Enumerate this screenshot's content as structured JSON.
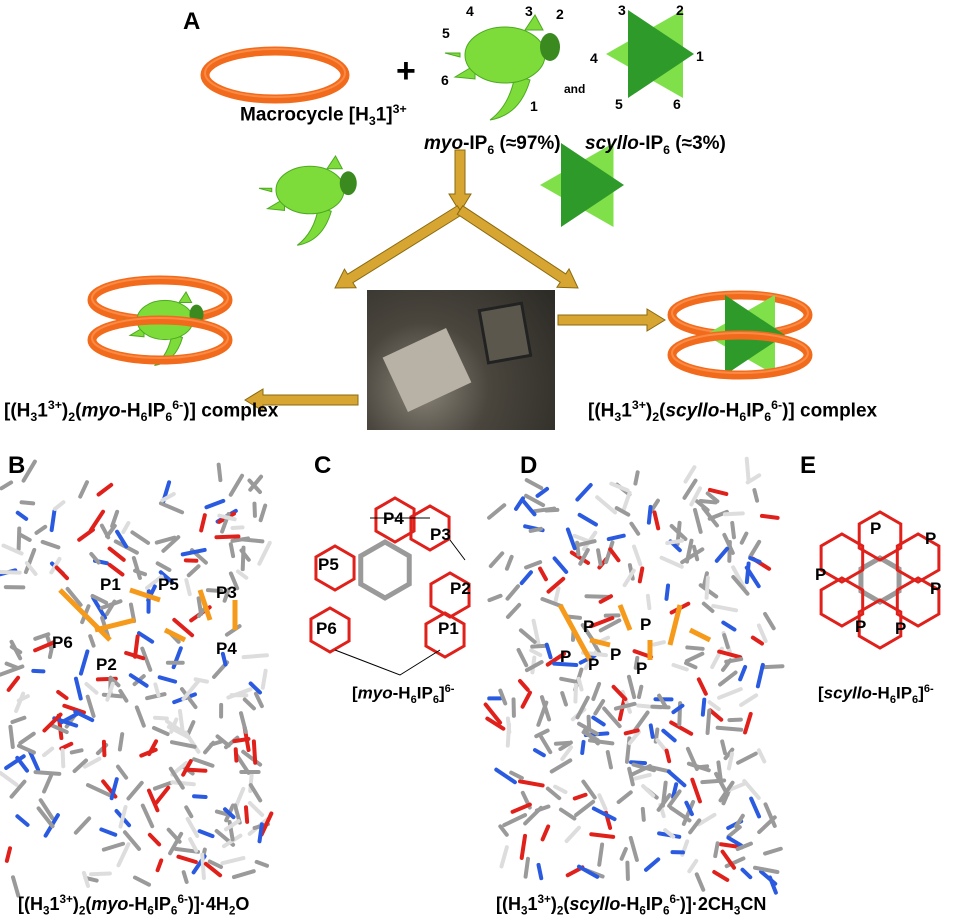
{
  "panels": {
    "a": "A",
    "b": "B",
    "c": "C",
    "d": "D",
    "e": "E"
  },
  "top": {
    "plus": "+",
    "and": "and",
    "turtle_numbers": [
      "1",
      "2",
      "3",
      "4",
      "5",
      "6"
    ],
    "star_numbers": [
      "1",
      "2",
      "3",
      "4",
      "5",
      "6"
    ],
    "macrocycle": [
      {
        "t": "Macrocycle [H"
      },
      {
        "t": "3",
        "s": "sub"
      },
      {
        "t": "1]"
      },
      {
        "t": "3+",
        "s": "sup"
      }
    ],
    "myo": [
      {
        "t": "myo",
        "s": "i"
      },
      {
        "t": "-IP"
      },
      {
        "t": "6",
        "s": "sub"
      },
      {
        "t": " (≈97%)"
      }
    ],
    "scyllo": [
      {
        "t": "scyllo",
        "s": "i"
      },
      {
        "t": "-IP"
      },
      {
        "t": "6",
        "s": "sub"
      },
      {
        "t": " (≈3%)"
      }
    ]
  },
  "complexes": {
    "myo": [
      {
        "t": "[(H"
      },
      {
        "t": "3",
        "s": "sub"
      },
      {
        "t": "1"
      },
      {
        "t": "3+",
        "s": "sup"
      },
      {
        "t": ")"
      },
      {
        "t": "2",
        "s": "sub"
      },
      {
        "t": "("
      },
      {
        "t": "myo",
        "s": "i"
      },
      {
        "t": "-H"
      },
      {
        "t": "6",
        "s": "sub"
      },
      {
        "t": "IP"
      },
      {
        "t": "6",
        "s": "sub"
      },
      {
        "t": "6-",
        "s": "sup"
      },
      {
        "t": ")] complex"
      }
    ],
    "scyllo": [
      {
        "t": "[(H"
      },
      {
        "t": "3",
        "s": "sub"
      },
      {
        "t": "1"
      },
      {
        "t": "3+",
        "s": "sup"
      },
      {
        "t": ")"
      },
      {
        "t": "2",
        "s": "sub"
      },
      {
        "t": "("
      },
      {
        "t": "scyllo",
        "s": "i"
      },
      {
        "t": "-H"
      },
      {
        "t": "6",
        "s": "sub"
      },
      {
        "t": "IP"
      },
      {
        "t": "6",
        "s": "sub"
      },
      {
        "t": "6-",
        "s": "sup"
      },
      {
        "t": ")] complex"
      }
    ]
  },
  "structures": {
    "b_labels": [
      "P1",
      "P5",
      "P3",
      "P6",
      "P2",
      "P4"
    ],
    "c_labels": [
      "P4",
      "P3",
      "P5",
      "P2",
      "P6",
      "P1"
    ],
    "d_labels": [
      "P",
      "P",
      "P",
      "P",
      "P",
      "P"
    ],
    "e_labels": [
      "P",
      "P",
      "P",
      "P",
      "P",
      "P"
    ],
    "b_caption": [
      {
        "t": "[(H"
      },
      {
        "t": "3",
        "s": "sub"
      },
      {
        "t": "1"
      },
      {
        "t": "3+",
        "s": "sup"
      },
      {
        "t": ")"
      },
      {
        "t": "2",
        "s": "sub"
      },
      {
        "t": "("
      },
      {
        "t": "myo",
        "s": "i"
      },
      {
        "t": "-H"
      },
      {
        "t": "6",
        "s": "sub"
      },
      {
        "t": "IP"
      },
      {
        "t": "6",
        "s": "sub"
      },
      {
        "t": "6-",
        "s": "sup"
      },
      {
        "t": ")]·4H"
      },
      {
        "t": "2",
        "s": "sub"
      },
      {
        "t": "O"
      }
    ],
    "c_caption": [
      {
        "t": "["
      },
      {
        "t": "myo",
        "s": "i"
      },
      {
        "t": "-H"
      },
      {
        "t": "6",
        "s": "sub"
      },
      {
        "t": "IP"
      },
      {
        "t": "6",
        "s": "sub"
      },
      {
        "t": "]"
      },
      {
        "t": "6-",
        "s": "sup"
      }
    ],
    "d_caption": [
      {
        "t": "[(H"
      },
      {
        "t": "3",
        "s": "sub"
      },
      {
        "t": "1"
      },
      {
        "t": "3+",
        "s": "sup"
      },
      {
        "t": ")"
      },
      {
        "t": "2",
        "s": "sub"
      },
      {
        "t": "("
      },
      {
        "t": "scyllo",
        "s": "i"
      },
      {
        "t": "-H"
      },
      {
        "t": "6",
        "s": "sub"
      },
      {
        "t": "IP"
      },
      {
        "t": "6",
        "s": "sub"
      },
      {
        "t": "6-",
        "s": "sup"
      },
      {
        "t": ")]·2CH"
      },
      {
        "t": "3",
        "s": "sub"
      },
      {
        "t": "CN"
      }
    ],
    "e_caption": [
      {
        "t": "["
      },
      {
        "t": "scyllo",
        "s": "i"
      },
      {
        "t": "-H"
      },
      {
        "t": "6",
        "s": "sub"
      },
      {
        "t": "IP"
      },
      {
        "t": "6",
        "s": "sub"
      },
      {
        "t": "]"
      },
      {
        "t": "6-",
        "s": "sup"
      }
    ]
  },
  "colors": {
    "ring": "#f26a1b",
    "turtle": "#7edc3a",
    "star_dark": "#2e9a2a",
    "star_light": "#7fe04a",
    "arrow": "#d6a532",
    "p": "#f59a1a",
    "o": "#e0201a",
    "n": "#2a5ae0",
    "c": "#9a9a9a"
  }
}
